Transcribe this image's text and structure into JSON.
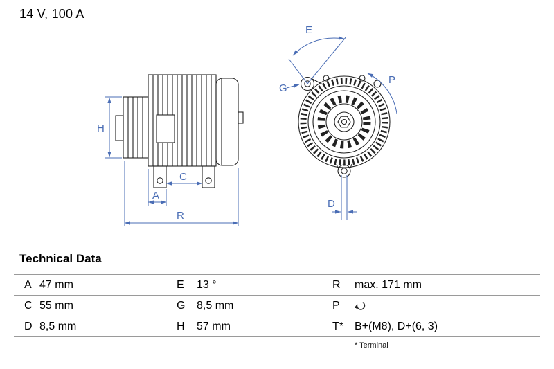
{
  "header": {
    "title": "14 V, 100 A"
  },
  "drawing": {
    "dimension_color": "#4a6db5",
    "part_color": "#222222",
    "labels": {
      "h": "H",
      "a": "A",
      "c": "C",
      "r": "R",
      "e": "E",
      "g": "G",
      "p": "P",
      "d": "D"
    }
  },
  "technical_data": {
    "heading": "Technical Data",
    "rows": [
      {
        "c1": {
          "key": "A",
          "value": "47 mm"
        },
        "c2": {
          "key": "E",
          "value": "13 °"
        },
        "c3": {
          "key": "R",
          "value": "max. 171 mm"
        }
      },
      {
        "c1": {
          "key": "C",
          "value": "55 mm"
        },
        "c2": {
          "key": "G",
          "value": "8,5 mm"
        },
        "c3": {
          "key": "P",
          "value": "",
          "icon": "rotation-clockwise-icon"
        }
      },
      {
        "c1": {
          "key": "D",
          "value": "8,5 mm"
        },
        "c2": {
          "key": "H",
          "value": "57 mm"
        },
        "c3": {
          "key": "T*",
          "value": "B+(M8), D+(6, 3)"
        }
      }
    ],
    "footnote": "* Terminal"
  }
}
